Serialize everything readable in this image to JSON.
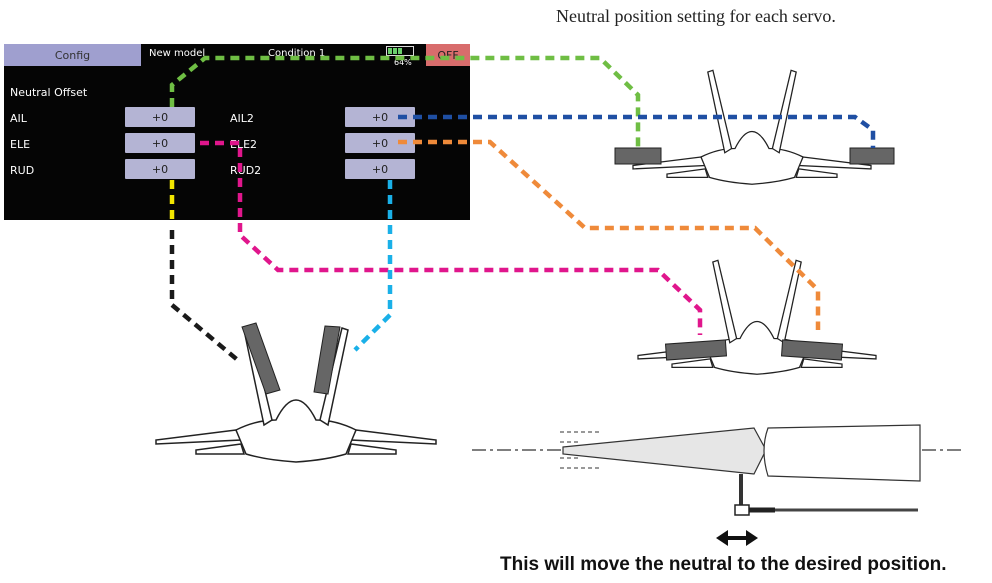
{
  "captions": {
    "top": "Neutral position setting for each servo.",
    "bottom": "This will move the neutral to the desired position."
  },
  "screen": {
    "tab": "Config",
    "model": "New model",
    "condition": "Condition 1",
    "battery_pct": "64%",
    "battery_level": 0.64,
    "off_label": "OFF",
    "section_title": "Neutral Offset",
    "left_channels": [
      {
        "label": "AIL",
        "value": "+0"
      },
      {
        "label": "ELE",
        "value": "+0"
      },
      {
        "label": "RUD",
        "value": "+0"
      }
    ],
    "right_channels": [
      {
        "label": "AIL2",
        "value": "+0"
      },
      {
        "label": "ELE2",
        "value": "+0"
      },
      {
        "label": "RUD2",
        "value": "+0"
      }
    ]
  },
  "colors": {
    "green": "#6fbe44",
    "blue": "#1f4fa3",
    "orange": "#ef8a3a",
    "magenta": "#e0168c",
    "cyan": "#1ab0e8",
    "yellow": "#f2e600",
    "black": "#1a1a1a"
  }
}
